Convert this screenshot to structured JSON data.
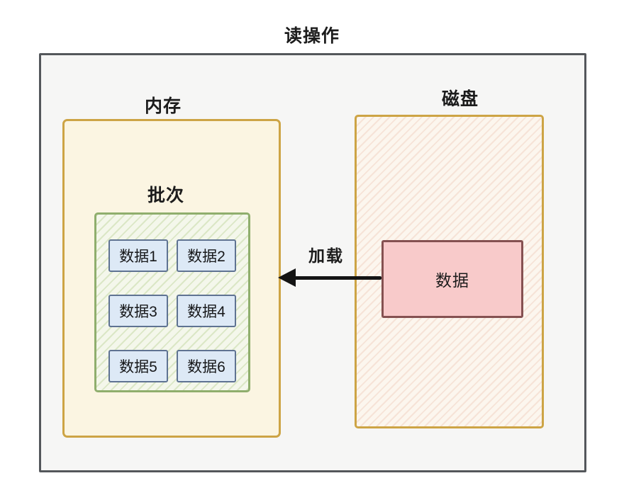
{
  "title": "读操作",
  "memory": {
    "label": "内存",
    "batch": {
      "label": "批次",
      "items": [
        "数据1",
        "数据2",
        "数据3",
        "数据4",
        "数据5",
        "数据6"
      ]
    }
  },
  "disk": {
    "label": "磁盘",
    "data_block_label": "数据"
  },
  "arrow": {
    "label": "加载",
    "direction": "disk-to-memory"
  },
  "colors": {
    "frame_border": "#54575b",
    "panel_bg": "#f6f6f5",
    "memory_border": "#cda445",
    "memory_fill": "#fbf5e2",
    "batch_border": "#8fae6d",
    "batch_fill": "#f4f7eb",
    "batch_hatch": "#dbe7c6",
    "item_fill": "#dde9f6",
    "item_border": "#5f7392",
    "disk_border": "#cda445",
    "disk_fill": "#fcf6ee",
    "disk_hatch": "#f6e3d7",
    "data_fill": "#f8caca",
    "data_border": "#855151",
    "arrow_color": "#141414"
  }
}
